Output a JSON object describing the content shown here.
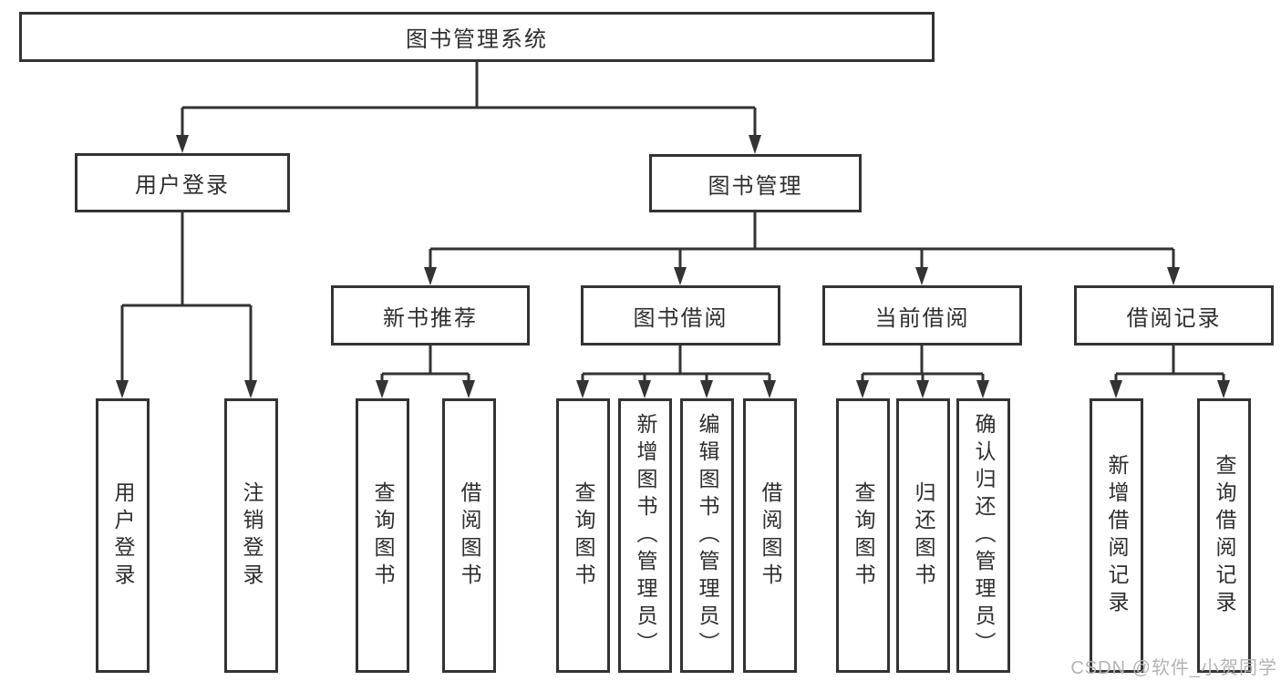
{
  "tree": {
    "root": {
      "label": "图书管理系统"
    },
    "user_login": {
      "label": "用户登录",
      "children": [
        "用户登录",
        "注销登录"
      ]
    },
    "book_mgmt": {
      "label": "图书管理",
      "groups": [
        {
          "label": "新书推荐",
          "children": [
            "查询图书",
            "借阅图书"
          ]
        },
        {
          "label": "图书借阅",
          "children": [
            "查询图书",
            "新增图书（管理员）",
            "编辑图书（管理员）",
            "借阅图书"
          ]
        },
        {
          "label": "当前借阅",
          "children": [
            "查询图书",
            "归还图书",
            "确认归还（管理员）"
          ]
        },
        {
          "label": "借阅记录",
          "children": [
            "新增借阅记录",
            "查询借阅记录"
          ]
        }
      ]
    }
  },
  "watermark": "CSDN @软件_小贺同学",
  "colors": {
    "line": "#333333",
    "border": "#333333",
    "text": "#2e2e2e",
    "watermark": "#b4b4b4",
    "background": "#ffffff"
  }
}
